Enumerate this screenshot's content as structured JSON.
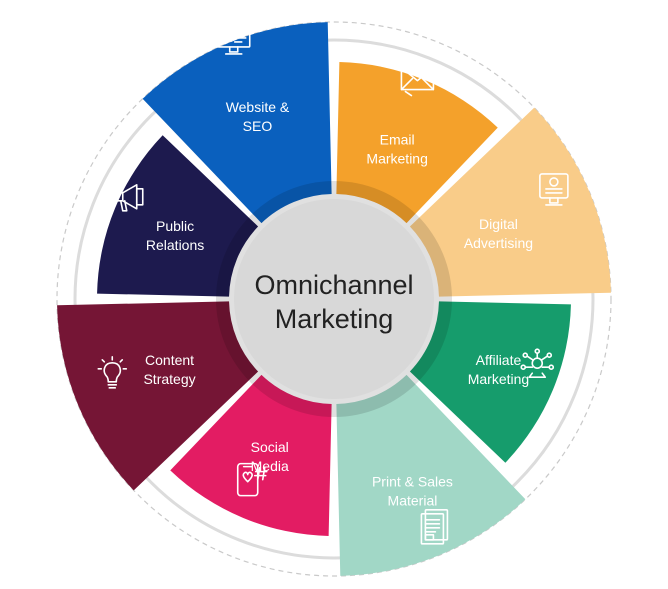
{
  "center": {
    "line1": "Omnichannel",
    "line2": "Marketing"
  },
  "segments": [
    {
      "key": "email",
      "line1": "Email",
      "line2": "Marketing",
      "color": "#F4A12B",
      "icon": "envelope-icon"
    },
    {
      "key": "digital",
      "line1": "Digital",
      "line2": "Advertising",
      "color": "#F9CC89",
      "icon": "monitor-ad-icon"
    },
    {
      "key": "affiliate",
      "line1": "Affiliate",
      "line2": "Marketing",
      "color": "#169C6C",
      "icon": "network-icon"
    },
    {
      "key": "print",
      "line1": "Print & Sales",
      "line2": "Material",
      "color": "#A1D7C6",
      "icon": "documents-icon"
    },
    {
      "key": "social",
      "line1": "Social",
      "line2": "Media",
      "color": "#E31C63",
      "icon": "phone-hashtag-icon"
    },
    {
      "key": "content",
      "line1": "Content",
      "line2": "Strategy",
      "color": "#751535",
      "icon": "lightbulb-icon"
    },
    {
      "key": "pr",
      "line1": "Public",
      "line2": "Relations",
      "color": "#1D1A4E",
      "icon": "megaphone-icon"
    },
    {
      "key": "website",
      "line1": "Website &",
      "line2": "SEO",
      "color": "#0A60BE",
      "icon": "web-page-icon"
    }
  ]
}
